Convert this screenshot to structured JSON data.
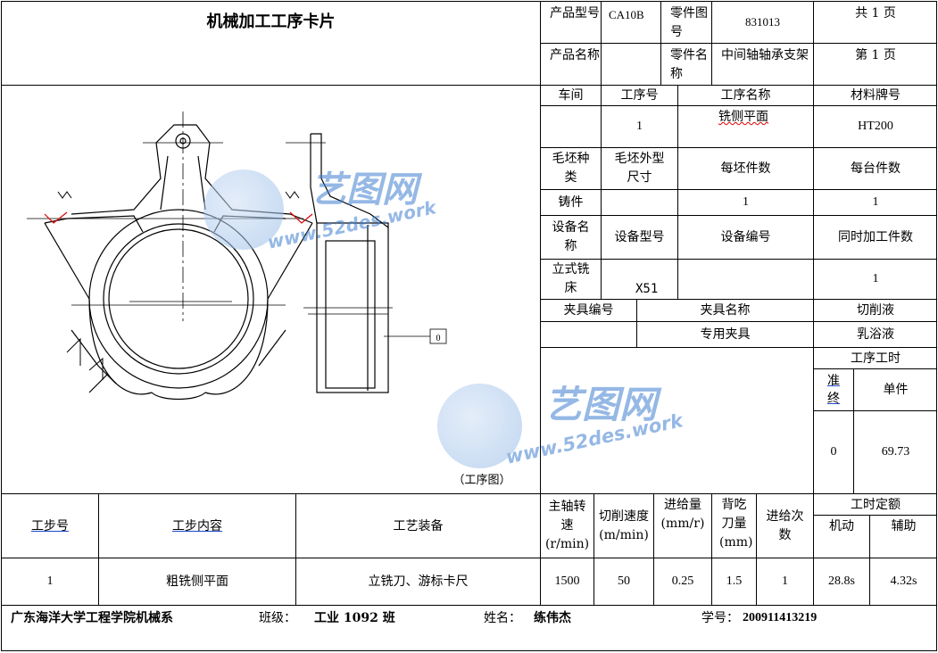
{
  "title": "机械加工工序卡片",
  "header": {
    "product_model_label": "产品型号",
    "product_model": "CA10B",
    "part_no_label": "零件图号",
    "part_no": "831013",
    "total_pages": "共 1 页",
    "product_name_label": "产品名称",
    "part_name_label": "零件名称",
    "part_name": "中间轴轴承支架",
    "page_no": "第 1 页"
  },
  "info": {
    "workshop_label": "车间",
    "op_no_label": "工序号",
    "op_name_label": "工序名称",
    "material_label": "材料牌号",
    "op_no": "1",
    "op_name": "铣侧平面",
    "material": "HT200",
    "blank_type_label": "毛坯种类",
    "blank_size_label": "毛坯外型尺寸",
    "per_blank_label": "每坯件数",
    "per_unit_label": "每台件数",
    "blank_type": "铸件",
    "per_blank": "1",
    "per_unit": "1",
    "equip_name_label": "设备名称",
    "equip_model_label": "设备型号",
    "equip_no_label": "设备编号",
    "simul_label": "同时加工件数",
    "equip_name": "立式铣床",
    "equip_model": "X51",
    "simul": "1",
    "fixture_no_label": "夹具编号",
    "fixture_name_label": "夹具名称",
    "coolant_label": "切削液",
    "fixture_name": "专用夹具",
    "coolant": "乳浴液",
    "op_time_label": "工序工时",
    "prep_label": "准终",
    "unit_label": "单件",
    "prep": "0",
    "unit": "69.73"
  },
  "drawing_caption": "（工序图）",
  "drawing_tag": "0",
  "steps_header": {
    "step_no": "工步号",
    "step_content": "工步内容",
    "equipment": "工艺装备",
    "speed": "主轴转速(r/min)",
    "cut_speed": "切削速度(m/min)",
    "feed": "进给量(mm/r)",
    "depth": "背吃刀量(mm)",
    "passes": "进给次数",
    "time_quota": "工时定额",
    "machine": "机动",
    "aux": "辅助"
  },
  "steps": [
    {
      "no": "1",
      "content": "粗铣侧平面",
      "equipment": "立铣刀、游标卡尺",
      "speed": "1500",
      "cut_speed": "50",
      "feed": "0.25",
      "depth": "1.5",
      "passes": "1",
      "machine": "28.8s",
      "aux": "4.32s"
    }
  ],
  "footer": {
    "school": "广东海洋大学工程学院机械系",
    "class_label": "班级：",
    "class_value": "工业 1092 班",
    "name_label": "姓名：",
    "name_value": "练伟杰",
    "id_label": "学号：",
    "id_value": "200911413219"
  },
  "watermark": {
    "text": "艺图网",
    "url": "www.52des.work"
  }
}
